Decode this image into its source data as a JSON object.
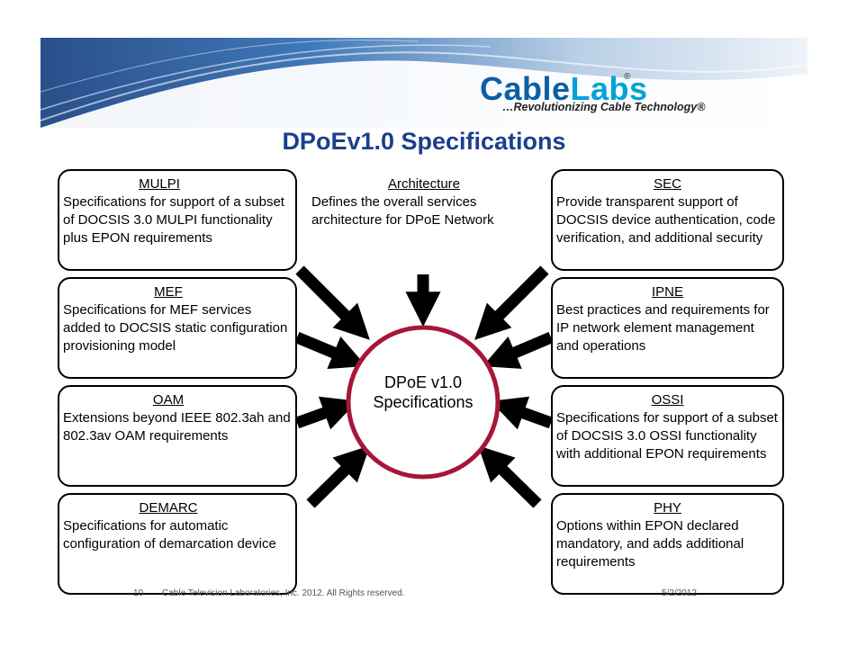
{
  "logo": {
    "brand_part1": "Cable",
    "brand_part2": "Labs",
    "registered": "®",
    "tagline": "…Revolutionizing Cable Technology®"
  },
  "title": "DPoEv1.0 Specifications",
  "center": {
    "line1": "DPoE v1.0",
    "line2": "Specifications"
  },
  "boxes": {
    "mulpi": {
      "heading": "MULPI",
      "text": "Specifications for support of a subset of DOCSIS 3.0 MULPI functionality plus EPON requirements"
    },
    "architecture": {
      "heading": "Architecture",
      "text": "Defines the overall services architecture for DPoE Network"
    },
    "sec": {
      "heading": "SEC",
      "text": "Provide transparent support of DOCSIS device authentication, code verification, and additional security"
    },
    "mef": {
      "heading": "MEF",
      "text": "Specifications for MEF services added to DOCSIS static configuration provisioning model"
    },
    "ipne": {
      "heading": "IPNE",
      "text": "Best practices and requirements for IP network element management and operations"
    },
    "oam": {
      "heading": "OAM",
      "text": "Extensions beyond IEEE 802.3ah and 802.3av OAM requirements"
    },
    "ossi": {
      "heading": "OSSI",
      "text": "Specifications for support of a subset of DOCSIS 3.0 OSSI functionality with additional EPON requirements"
    },
    "demarc": {
      "heading": "DEMARC",
      "text": "Specifications for automatic configuration of demarcation device"
    },
    "phy": {
      "heading": "PHY",
      "text": "Options within EPON declared mandatory, and adds additional requirements"
    }
  },
  "footer": {
    "page": "10",
    "copyright": "Cable Television Laboratories, Inc. 2012. All Rights reserved.",
    "date": "5/2/2012"
  },
  "colors": {
    "title": "#1b3f8f",
    "circle": "#a5173a",
    "brand_dark": "#0d5fa3",
    "brand_light": "#00a3d9"
  }
}
